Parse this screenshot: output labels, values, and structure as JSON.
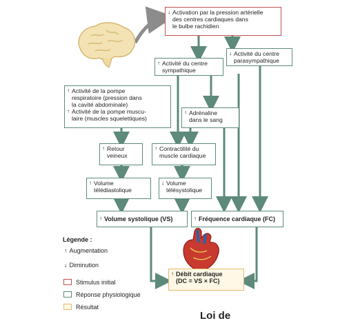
{
  "colors": {
    "stimulus": "#c0504d",
    "response": "#5d8a7a",
    "result": "#e8b86a",
    "arrow": "#5d8a7a",
    "brain_arrow": "#8c8c8c"
  },
  "icons": {
    "increase": "arrow-up-icon",
    "decrease": "arrow-down-icon",
    "brain": "brain-icon",
    "heart": "heart-icon"
  },
  "nodes": {
    "stimulus": {
      "text": "Activation par la pression artérielle\ndes centres cardiaques dans\nle bulbe rachidien",
      "sign": "↓"
    },
    "parasympathetic": {
      "text": "Activité du centre\nparasympathique",
      "sign": "↓"
    },
    "sympathetic": {
      "text": "Activité du centre\nsympathique",
      "sign": "↑"
    },
    "pumps_resp": {
      "text": "Activité de la pompe\nrespiratoire (pression dans\nla cavité abdominale)",
      "sign": "↑"
    },
    "pumps_musc": {
      "text": "Activité de la pompe muscu-\nlaire (muscles squelettiques)",
      "sign": "↑"
    },
    "adrenaline": {
      "text": "Adrénaline\ndans le sang",
      "sign": "↑"
    },
    "venous_return": {
      "text": "Retour\nveineux",
      "sign": "↑"
    },
    "contractility": {
      "text": "Contractilité du\nmuscle cardiaque",
      "sign": "↑"
    },
    "edv": {
      "text": "Volume\ntélédiastolique",
      "sign": "↑"
    },
    "esv": {
      "text": "Volume\ntélésystolique",
      "sign": "↓"
    },
    "stroke_volume": {
      "text": "Volume systolique (VS)",
      "sign": "↑"
    },
    "heart_rate": {
      "text": "Fréquence cardiaque (FC)",
      "sign": "↑"
    },
    "cardiac_output": {
      "text": "Débit cardiaque\n(DC = VS × FC)",
      "sign": "↑"
    }
  },
  "legend": {
    "title": "Légende :",
    "increase": "Augmentation",
    "decrease": "Diminution",
    "stimulus": "Stimulus initial",
    "response": "Réponse physiologique",
    "result": "Résultat",
    "increase_sign": "↑",
    "decrease_sign": "↓"
  },
  "caption": "Loi de"
}
